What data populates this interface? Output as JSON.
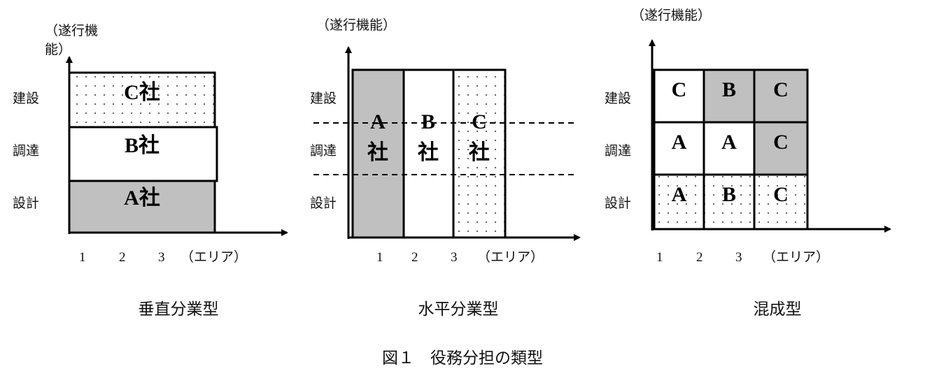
{
  "axis_y_title": "（遂行機能）",
  "axis_y_title_wrapped": [
    "（遂行機",
    "能）"
  ],
  "functions": [
    "建設",
    "調達",
    "設計"
  ],
  "areas": [
    "1",
    "2",
    "3"
  ],
  "axis_x_title": "（エリア）",
  "colors": {
    "gray": "#c0c0c0",
    "white": "#ffffff",
    "dotted": "dotted"
  },
  "vertical": {
    "caption": "垂直分業型",
    "rows": [
      {
        "function": "建設",
        "company": "C社",
        "fill": "dotted"
      },
      {
        "function": "調達",
        "company": "B社",
        "fill": "white"
      },
      {
        "function": "設計",
        "company": "A社",
        "fill": "gray"
      }
    ]
  },
  "horizontal": {
    "caption": "水平分業型",
    "columns": [
      {
        "area": "1",
        "company_letter": "A",
        "company_suffix": "社",
        "fill": "gray"
      },
      {
        "area": "2",
        "company_letter": "B",
        "company_suffix": "社",
        "fill": "white"
      },
      {
        "area": "3",
        "company_letter": "C",
        "company_suffix": "社",
        "fill": "dotted"
      }
    ]
  },
  "mixed": {
    "caption": "混成型",
    "grid": [
      [
        "C",
        "B",
        "C"
      ],
      [
        "A",
        "A",
        "C"
      ],
      [
        "A",
        "B",
        "C"
      ]
    ],
    "fills": [
      [
        "white",
        "gray",
        "gray"
      ],
      [
        "white",
        "white",
        "gray"
      ],
      [
        "dotted",
        "dotted",
        "dotted"
      ]
    ]
  },
  "figure_caption": "図１　役務分担の類型"
}
